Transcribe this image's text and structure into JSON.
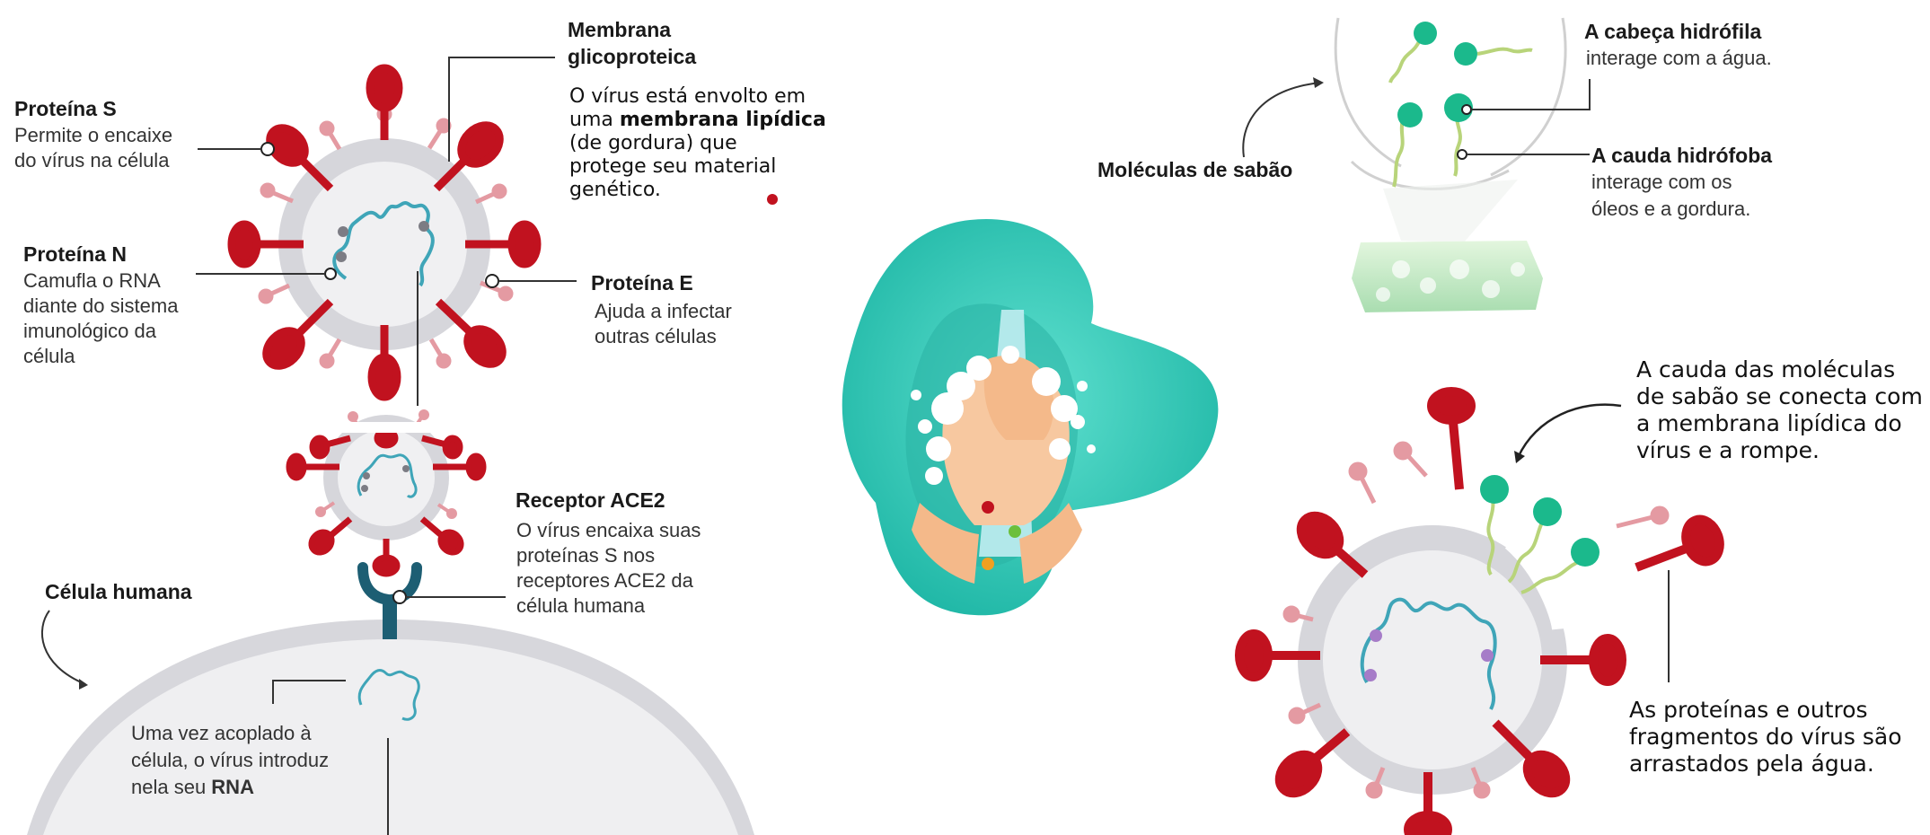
{
  "labels": {
    "membrane_title_1": "Membrana",
    "membrane_title_2": "glicoproteica",
    "membrane_desc_1": "O vírus está envolto em",
    "membrane_desc_2a": "uma ",
    "membrane_desc_2b": "membrana lipídica",
    "membrane_desc_3": "(de gordura) que",
    "membrane_desc_4": "protege seu material",
    "membrane_desc_5": "genético.",
    "protein_s_title": "Proteína S",
    "protein_s_desc_1": "Permite o encaixe",
    "protein_s_desc_2": "do vírus na célula",
    "protein_n_title": "Proteína N",
    "protein_n_desc_1": "Camufla o RNA",
    "protein_n_desc_2": "diante do sistema",
    "protein_n_desc_3": "imunológico da",
    "protein_n_desc_4": "célula",
    "protein_e_title": "Proteína E",
    "protein_e_desc_1": "Ajuda a infectar",
    "protein_e_desc_2": "outras células",
    "receptor_title": "Receptor ACE2",
    "receptor_desc_1": "O vírus encaixa suas",
    "receptor_desc_2": "proteínas S nos",
    "receptor_desc_3": "receptores ACE2 da",
    "receptor_desc_4": "célula humana",
    "human_cell_title": "Célula humana",
    "rna_desc_1": "Uma vez acoplado à",
    "rna_desc_2": "célula, o vírus introduz",
    "rna_desc_3a": "nela seu ",
    "rna_desc_3b": "RNA",
    "soap_molecules": "Moléculas de sabão",
    "head_title": "A cabeça hidrófila",
    "head_desc": "interage com a água.",
    "tail_title": "A cauda hidrófoba",
    "tail_desc_1": "interage com os",
    "tail_desc_2": "óleos e a gordura.",
    "tail_connects_1": "A cauda das moléculas",
    "tail_connects_2": "de sabão se conecta com",
    "tail_connects_3": "a membrana lipídica do",
    "tail_connects_4": "vírus e a rompe.",
    "fragments_1": "As proteínas e outros",
    "fragments_2": "fragmentos do vírus são",
    "fragments_3": "arrastados pela água."
  },
  "colors": {
    "spike": "#c1121f",
    "spike_light": "#e8a0a6",
    "membrane": "#d9d9de",
    "core": "#efeff1",
    "rna": "#3fa5b8",
    "teal": "#2fc9b5",
    "soap_head": "#1bb98c",
    "soap_tail": "#b8d47a",
    "receptor": "#1d5e73"
  }
}
